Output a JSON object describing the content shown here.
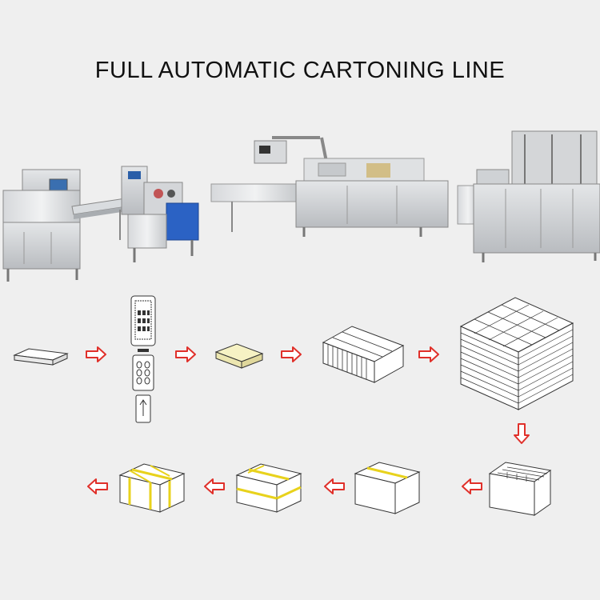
{
  "title": "FULL AUTOMATIC CARTONING LINE",
  "colors": {
    "arrow": "#e0302a",
    "tape": "#e8d21c",
    "product": "#f6f2c4",
    "line": "#333333",
    "steel": "#c9ccd0"
  },
  "machines": [
    {
      "name": "feeding-conveyor-machine"
    },
    {
      "name": "flow-wrapping-machine"
    },
    {
      "name": "cartoning-machine"
    },
    {
      "name": "case-packing-machine"
    }
  ],
  "steps_row1": [
    {
      "name": "wrapped-product-icon"
    },
    {
      "name": "blister-tray-icon"
    },
    {
      "name": "bar-product-icon"
    },
    {
      "name": "carton-box-icon"
    },
    {
      "name": "carton-stack-icon"
    }
  ],
  "steps_row2": [
    {
      "name": "open-case-icon"
    },
    {
      "name": "sealed-case-icon"
    },
    {
      "name": "cross-taped-case-icon"
    },
    {
      "name": "strapped-case-icon"
    }
  ]
}
